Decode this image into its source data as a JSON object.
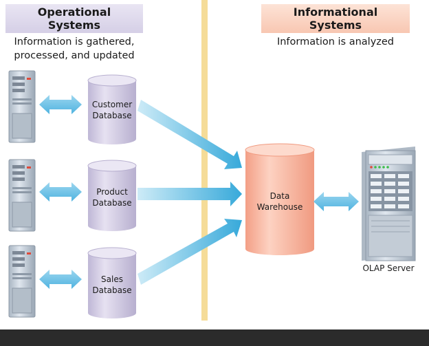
{
  "operational": {
    "title": "Operational Systems",
    "subtitle_line1": "Information is gathered,",
    "subtitle_line2": "processed, and updated"
  },
  "informational": {
    "title": "Informational Systems",
    "subtitle": "Information is analyzed"
  },
  "databases": [
    {
      "line1": "Customer",
      "line2": "Database"
    },
    {
      "line1": "Product",
      "line2": "Database"
    },
    {
      "line1": "Sales",
      "line2": "Database"
    }
  ],
  "warehouse": {
    "line1": "Data",
    "line2": "Warehouse"
  },
  "olap": {
    "label": "OLAP Server"
  },
  "colors": {
    "divider": "#f5dc98",
    "arrow": "#6ec4e8",
    "db_fill": "#d8d2e8",
    "warehouse_fill": "#f7b7a0",
    "server_body": "#c6d0da"
  }
}
